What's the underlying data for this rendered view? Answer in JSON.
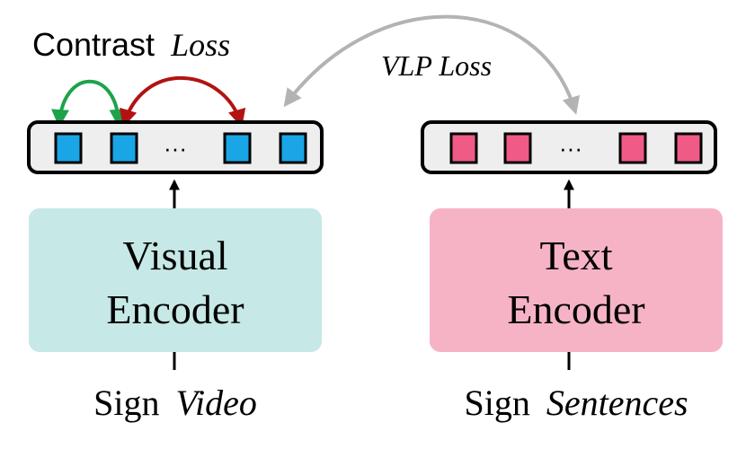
{
  "labels": {
    "contrast_plain": "Contrast",
    "contrast_italic": "Loss",
    "vlp": "VLP Loss",
    "visual_encoder_line1": "Visual",
    "visual_encoder_line2": "Encoder",
    "text_encoder_line1": "Text",
    "text_encoder_line2": "Encoder",
    "sign_video_plain": "Sign",
    "sign_video_italic": "Video",
    "sign_sentences_plain": "Sign",
    "sign_sentences_italic": "Sentences",
    "ellipsis_left": "···",
    "ellipsis_right": "···"
  },
  "colors": {
    "visual_token": "#1aa6e6",
    "text_token": "#ef5b86",
    "visual_encoder_fill": "#c6e8e6",
    "text_encoder_fill": "#f6b3c6",
    "sequence_fill": "#eeeeee",
    "green_arrow": "#1ca34a",
    "red_arrow": "#b31212",
    "gray_arrow": "#b3b3b3"
  }
}
